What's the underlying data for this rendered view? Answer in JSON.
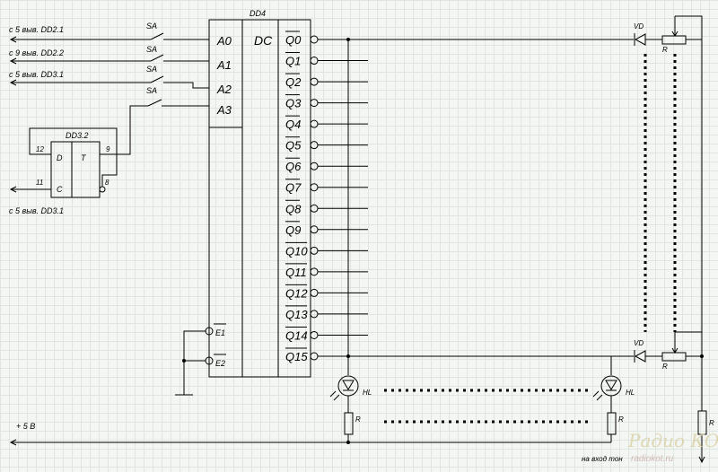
{
  "inputs": {
    "in1": "с 5 выв. DD2.1",
    "in2": "с 9 выв. DD2.2",
    "in3": "с 5 выв. DD3.1",
    "in4": "с 5 выв. DD3.1"
  },
  "switch_label": "SA",
  "dd4": {
    "name": "DD4",
    "func": "DC",
    "addr": [
      "A0",
      "A1",
      "A2",
      "A3"
    ],
    "enables": [
      "E1",
      "E2"
    ],
    "outputs": [
      "Q0",
      "Q1",
      "Q2",
      "Q3",
      "Q4",
      "Q5",
      "Q6",
      "Q7",
      "Q8",
      "Q9",
      "Q10",
      "Q11",
      "Q12",
      "Q13",
      "Q14",
      "Q15"
    ]
  },
  "dd32": {
    "name": "DD3.2",
    "d": "D",
    "t": "T",
    "c": "C",
    "pin12": "12",
    "pin9": "9",
    "pin11": "11",
    "pin8": "8"
  },
  "vd": "VD",
  "r": "R",
  "hl": "HL",
  "power": "+ 5 В",
  "output_label": "на вход тон",
  "watermark": {
    "logo": "Радио КОТ",
    "url": "radiokot.ru"
  }
}
